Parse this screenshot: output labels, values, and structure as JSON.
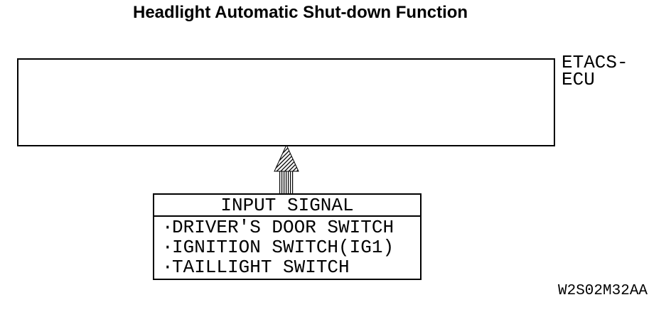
{
  "title": "Headlight Automatic Shut-down Function",
  "ecu_box": {
    "label_line1": "ETACS-",
    "label_line2": "ECU"
  },
  "arrow": {
    "icon": "up-arrow-icon",
    "direction": "up",
    "fill_style": "hatched"
  },
  "input_signal_box": {
    "header": "INPUT SIGNAL",
    "bullet": "·",
    "items": [
      "DRIVER'S DOOR SWITCH",
      "IGNITION SWITCH(IG1)",
      "TAILLIGHT SWITCH"
    ]
  },
  "figure_code": "W2S02M32AA",
  "colors": {
    "foreground": "#000000",
    "background": "#ffffff"
  }
}
